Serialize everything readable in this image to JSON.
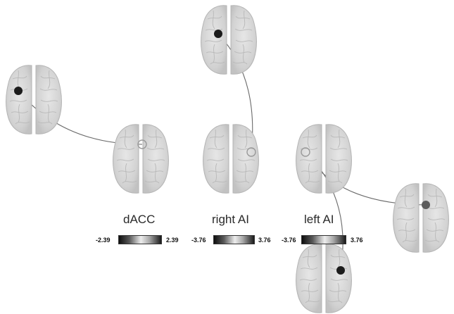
{
  "panels": [
    {
      "id": "dacc",
      "title": "dACC",
      "min": "-2.39",
      "max": "2.39"
    },
    {
      "id": "rai",
      "title": "right AI",
      "min": "-3.76",
      "max": "3.76"
    },
    {
      "id": "lai",
      "title": "left AI",
      "min": "-3.76",
      "max": "3.76"
    }
  ],
  "colors": {
    "seed_ring": "#9a9a9a",
    "target_dark": "#1c1c1c",
    "target_mid": "#5c5c5c",
    "connector": "#6a6a6a"
  }
}
